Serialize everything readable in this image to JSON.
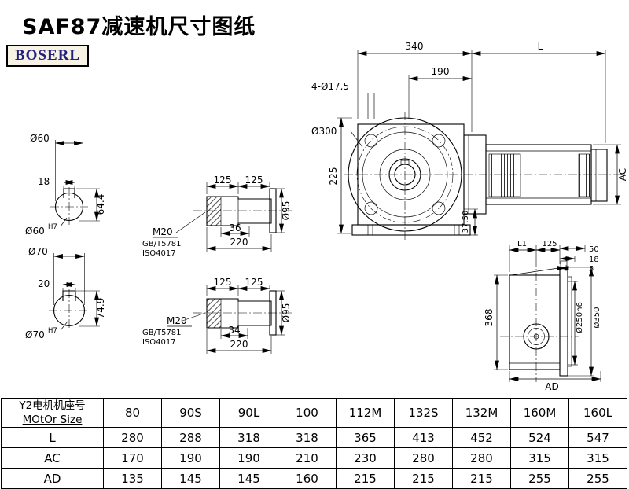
{
  "page": {
    "title": "SAF87减速机尺寸图纸",
    "logo": "BOSERL"
  },
  "labels": {
    "dim_340": "340",
    "dim_L": "L",
    "dim_190": "190",
    "holes_note": "4-Ø17.5",
    "dia_300": "Ø300",
    "dim_225": "225",
    "dim_37_5": "37.50",
    "dim_AC": "AC",
    "dia_60": "Ø60",
    "dim_18": "18",
    "dim_64_4": "64.4",
    "fit_H7": "H7",
    "dia_70": "Ø70",
    "dim_20": "20",
    "dim_74_9": "74.9",
    "dim_125": "125",
    "m20": "M20",
    "gb_std": "GB/T5781",
    "iso_std": "ISO4017",
    "dim_36": "36",
    "dim_220": "220",
    "dia_95": "Ø95",
    "dim_34": "34",
    "dim_L1": "L1",
    "dim_50": "50",
    "dim_5": "5",
    "dim_368": "368",
    "dia_250h6": "Ø250h6",
    "dia_350": "Ø350",
    "dim_AD": "AD"
  },
  "table": {
    "header": {
      "line1": "Y2电机机座号",
      "line2": "MOtOr Size"
    },
    "sizes": [
      "80",
      "90S",
      "90L",
      "100",
      "112M",
      "132S",
      "132M",
      "160M",
      "160L"
    ],
    "rows": [
      {
        "label": "L",
        "values": [
          "280",
          "288",
          "318",
          "318",
          "365",
          "413",
          "452",
          "524",
          "547"
        ]
      },
      {
        "label": "AC",
        "values": [
          "170",
          "190",
          "190",
          "210",
          "230",
          "280",
          "280",
          "315",
          "315"
        ]
      },
      {
        "label": "AD",
        "values": [
          "135",
          "145",
          "145",
          "160",
          "215",
          "215",
          "215",
          "255",
          "255"
        ]
      }
    ]
  }
}
